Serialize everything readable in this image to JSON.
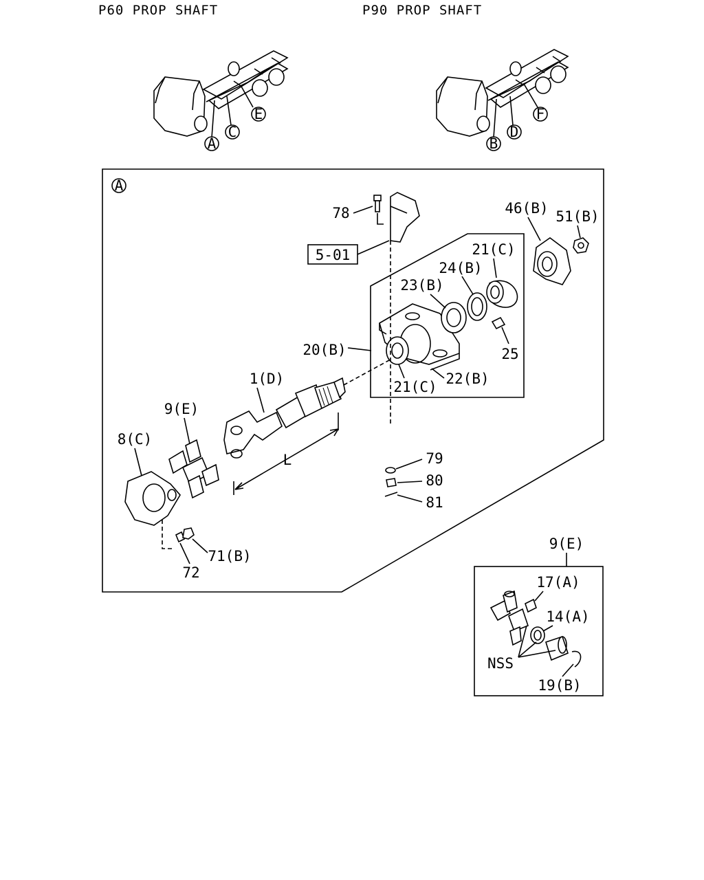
{
  "titles": {
    "p60": "P60 PROP SHAFT",
    "p90": "P90 PROP SHAFT"
  },
  "truck_left_callouts": [
    "A",
    "C",
    "E"
  ],
  "truck_right_callouts": [
    "B",
    "D",
    "F"
  ],
  "main_view": {
    "view_letter": "A",
    "ref_box": "5-01",
    "dimension_label": "L",
    "labels": {
      "p78": "78",
      "p46": "46(B)",
      "p51": "51(B)",
      "p21_top": "21(C)",
      "p24": "24(B)",
      "p23": "23(B)",
      "p20": "20(B)",
      "p25": "25",
      "p1": "1(D)",
      "p21_bot": "21(C)",
      "p22": "22(B)",
      "p9": "9(E)",
      "p8": "8(C)",
      "p79": "79",
      "p80": "80",
      "p81": "81",
      "p71": "71(B)",
      "p72": "72"
    }
  },
  "detail_view": {
    "header": "9(E)",
    "labels": {
      "p17": "17(A)",
      "p14": "14(A)",
      "nss": "NSS",
      "p19": "19(B)"
    }
  }
}
